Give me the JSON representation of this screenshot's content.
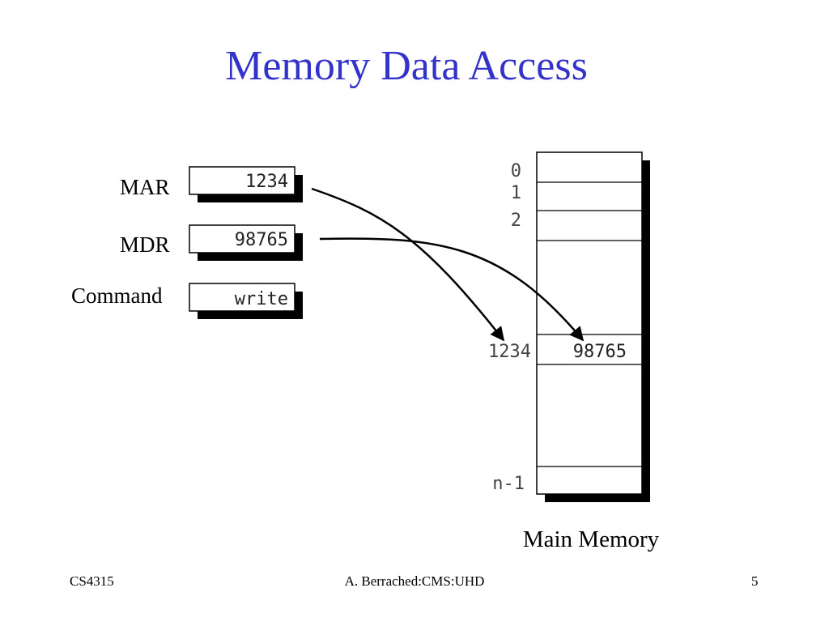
{
  "slide": {
    "title": "Memory Data Access"
  },
  "registers": [
    {
      "label": "MAR",
      "value": "1234"
    },
    {
      "label": "MDR",
      "value": "98765"
    },
    {
      "label": "Command",
      "value": "write"
    }
  ],
  "memory": {
    "caption": "Main Memory",
    "addresses": [
      "0",
      "1",
      "2",
      "1234",
      "n-1"
    ],
    "written_value": "98765"
  },
  "footer": {
    "left": "CS4315",
    "center": "A. Berrached:CMS:UHD",
    "right": "5"
  }
}
